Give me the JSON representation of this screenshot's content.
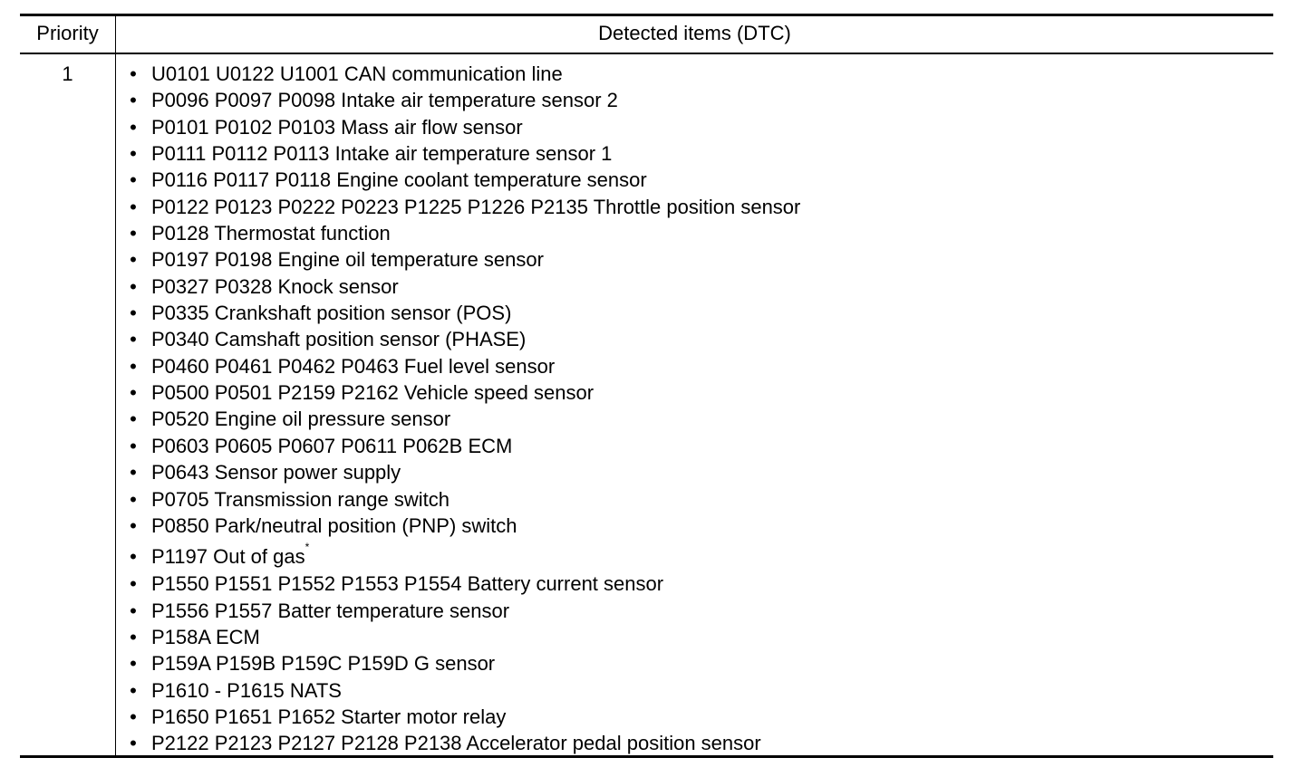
{
  "table": {
    "header": {
      "priority": "Priority",
      "items": "Detected items (DTC)"
    },
    "rows": [
      {
        "priority": "1",
        "items": [
          {
            "text": "U0101 U0122 U1001 CAN communication line"
          },
          {
            "text": "P0096 P0097 P0098 Intake air temperature sensor 2"
          },
          {
            "text": "P0101 P0102 P0103 Mass air flow sensor"
          },
          {
            "text": "P0111 P0112 P0113 Intake air temperature sensor 1"
          },
          {
            "text": "P0116 P0117 P0118 Engine coolant temperature sensor"
          },
          {
            "text": "P0122 P0123 P0222 P0223 P1225 P1226 P2135 Throttle position sensor"
          },
          {
            "text": "P0128 Thermostat function"
          },
          {
            "text": "P0197 P0198 Engine oil temperature sensor"
          },
          {
            "text": "P0327 P0328 Knock sensor"
          },
          {
            "text": "P0335 Crankshaft position sensor (POS)"
          },
          {
            "text": "P0340 Camshaft position sensor (PHASE)"
          },
          {
            "text": "P0460 P0461 P0462 P0463 Fuel level sensor"
          },
          {
            "text": "P0500 P0501 P2159 P2162 Vehicle speed sensor"
          },
          {
            "text": "P0520 Engine oil pressure sensor"
          },
          {
            "text": "P0603 P0605 P0607 P0611 P062B ECM"
          },
          {
            "text": "P0643 Sensor power supply"
          },
          {
            "text": "P0705 Transmission range switch"
          },
          {
            "text": "P0850 Park/neutral position (PNP) switch"
          },
          {
            "text": "P1197 Out of gas",
            "note": "*"
          },
          {
            "text": "P1550 P1551 P1552 P1553 P1554 Battery current sensor"
          },
          {
            "text": "P1556 P1557 Batter temperature sensor"
          },
          {
            "text": "P158A ECM"
          },
          {
            "text": "P159A P159B P159C P159D G sensor"
          },
          {
            "text": "P1610 - P1615 NATS"
          },
          {
            "text": "P1650 P1651 P1652 Starter motor relay"
          },
          {
            "text": "P2122 P2123 P2127 P2128 P2138 Accelerator pedal position sensor"
          }
        ]
      }
    ]
  },
  "bullet": "•"
}
